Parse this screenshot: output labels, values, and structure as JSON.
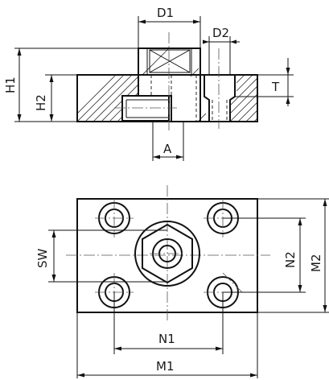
{
  "title": "",
  "views": {
    "section": {
      "labels": {
        "d1": "D1",
        "d2": "D2",
        "h1": "H1",
        "h2": "H2",
        "t": "T",
        "a": "A"
      }
    },
    "plan": {
      "labels": {
        "sw": "SW",
        "n1": "N1",
        "n2": "N2",
        "m1": "M1",
        "m2": "M2"
      }
    }
  }
}
